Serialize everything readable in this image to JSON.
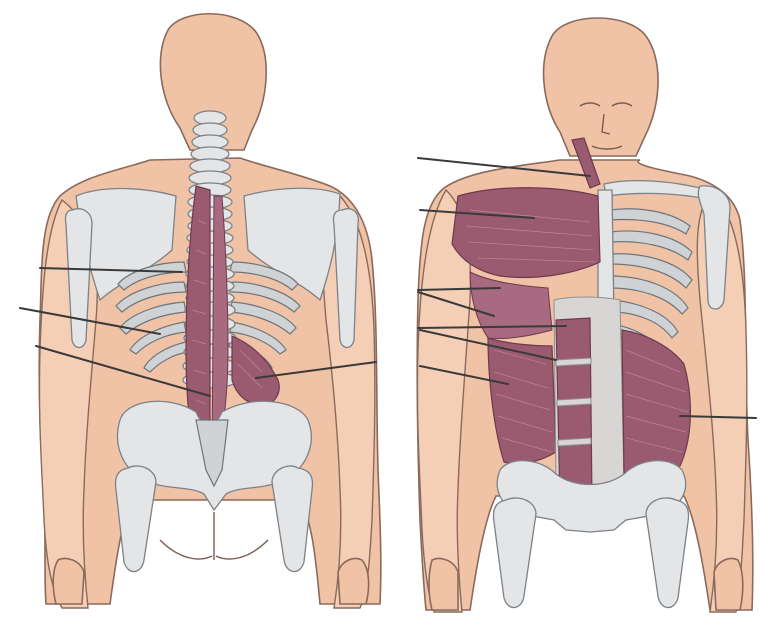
{
  "figure": {
    "panels": [
      {
        "view": "posterior",
        "leader_count": 4
      },
      {
        "view": "anterior",
        "leader_count": 8
      }
    ]
  },
  "colors": {
    "skin": "#f1c3a6",
    "bone": "#e3e5e6",
    "muscle": "#9a5a70",
    "leader_line": "#3a3a3a"
  }
}
